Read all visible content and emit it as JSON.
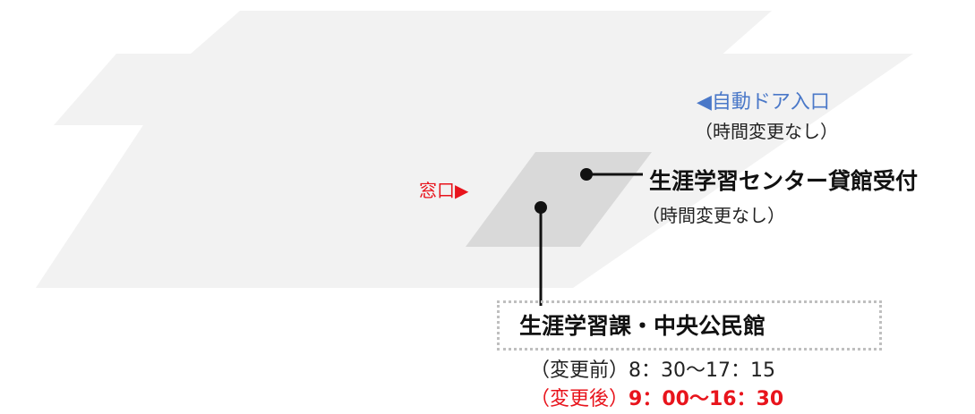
{
  "colors": {
    "floor_light": "#f2f2f2",
    "floor_area": "#d9d9d9",
    "entrance_blue": "#4a78c8",
    "highlight_red": "#e8141c",
    "line_black": "#111111",
    "box_border": "#bfbfbf"
  },
  "entrance": {
    "label": "◀自動ドア入口",
    "note": "（時間変更なし）"
  },
  "window": {
    "label": "窓口▶"
  },
  "center_desk": {
    "name": "生涯学習センター貸館受付",
    "note": "（時間変更なし）"
  },
  "hall": {
    "name": "生涯学習課・中央公民館",
    "before_prefix": "（変更前）",
    "before_time": "8：30～17：15",
    "after_prefix": "（変更後）",
    "after_time": "9：00～16：30"
  }
}
